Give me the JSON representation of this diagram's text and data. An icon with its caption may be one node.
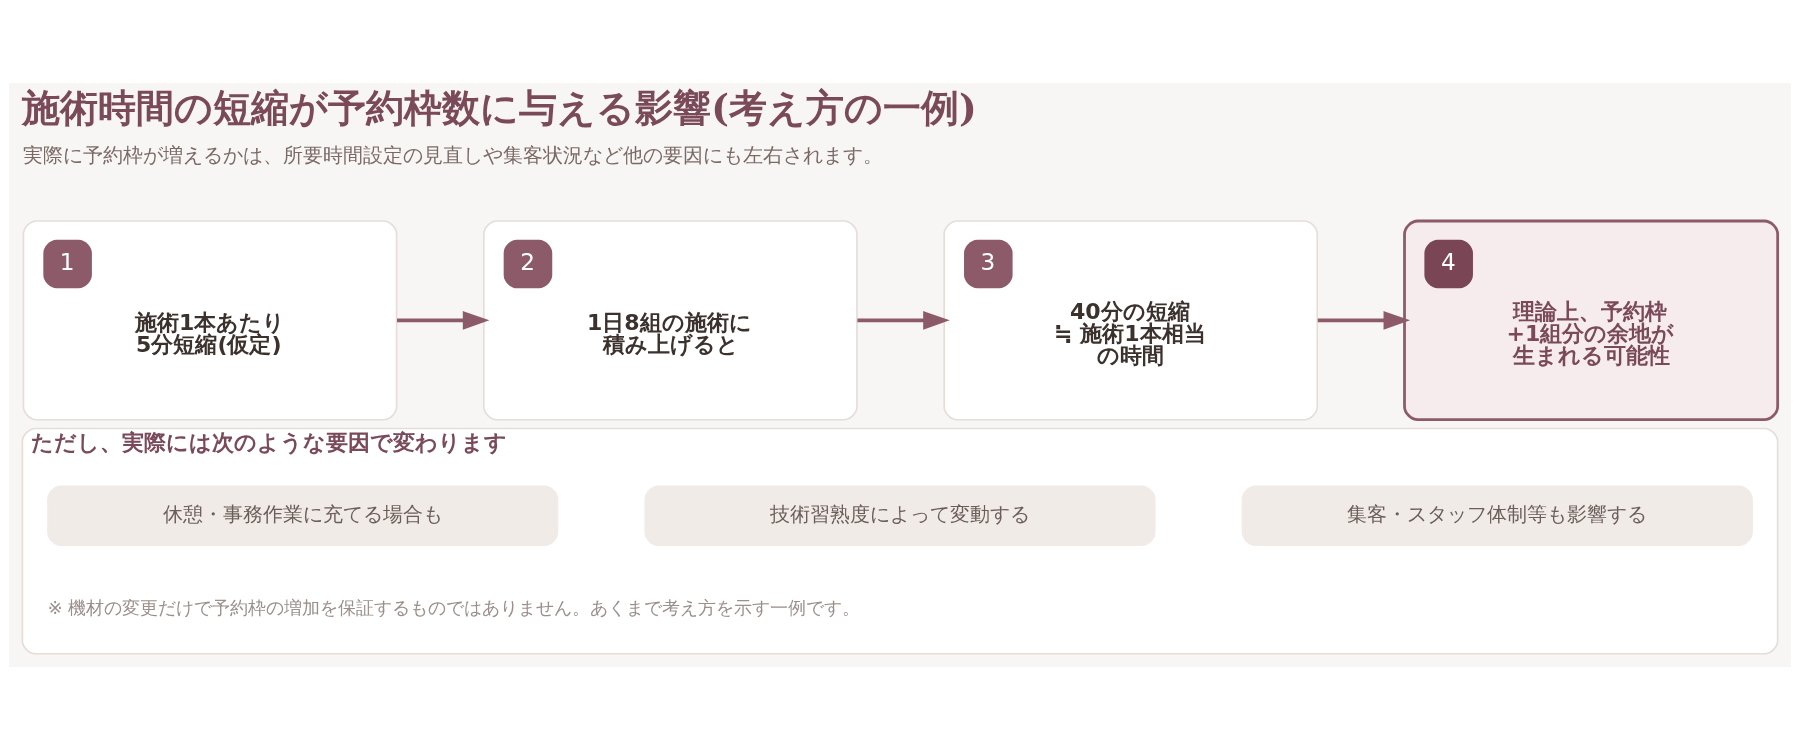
{
  "diagram": {
    "title": "施術時間の短縮が予約枠数に与える影響(考え方の一例)",
    "nodes": [
      {
        "text": [
          "1",
          "施術1本あたり5分短縮(仮定)"
        ]
      },
      {
        "text": [
          "2",
          "1日8組の施術に積み上げると"
        ]
      },
      {
        "text": [
          "3",
          "40分の短縮≒ 施術1本相当の時間"
        ]
      },
      {
        "text": [
          "4",
          "理論上、予約枠+1組分の余地が生まれる可能性"
        ]
      },
      {
        "text": [
          "ただし、実際には次のような要因で変わります"
        ]
      },
      {
        "text": [
          "休憩・事務作業に充てる場合も"
        ],
        "in": 4
      },
      {
        "text": [
          "技術習熟度によって変動する"
        ],
        "in": 4
      },
      {
        "text": [
          "集客・スタッフ体制等も影響する"
        ],
        "in": 4
      }
    ],
    "edges": [
      {
        "from": 0,
        "to": 1,
        "arrow": "to"
      },
      {
        "from": 1,
        "to": 2,
        "arrow": "to"
      },
      {
        "from": 2,
        "to": 3,
        "arrow": "to"
      }
    ],
    "labels": [
      "実際に予約枠が増えるかは、所要時間設定の見直しや集客状況など他の要因にも左右されます。",
      "※ 機材の変更だけで予約枠の増加を保証するものではありません。あくまで考え方を示す一例です。"
    ]
  }
}
